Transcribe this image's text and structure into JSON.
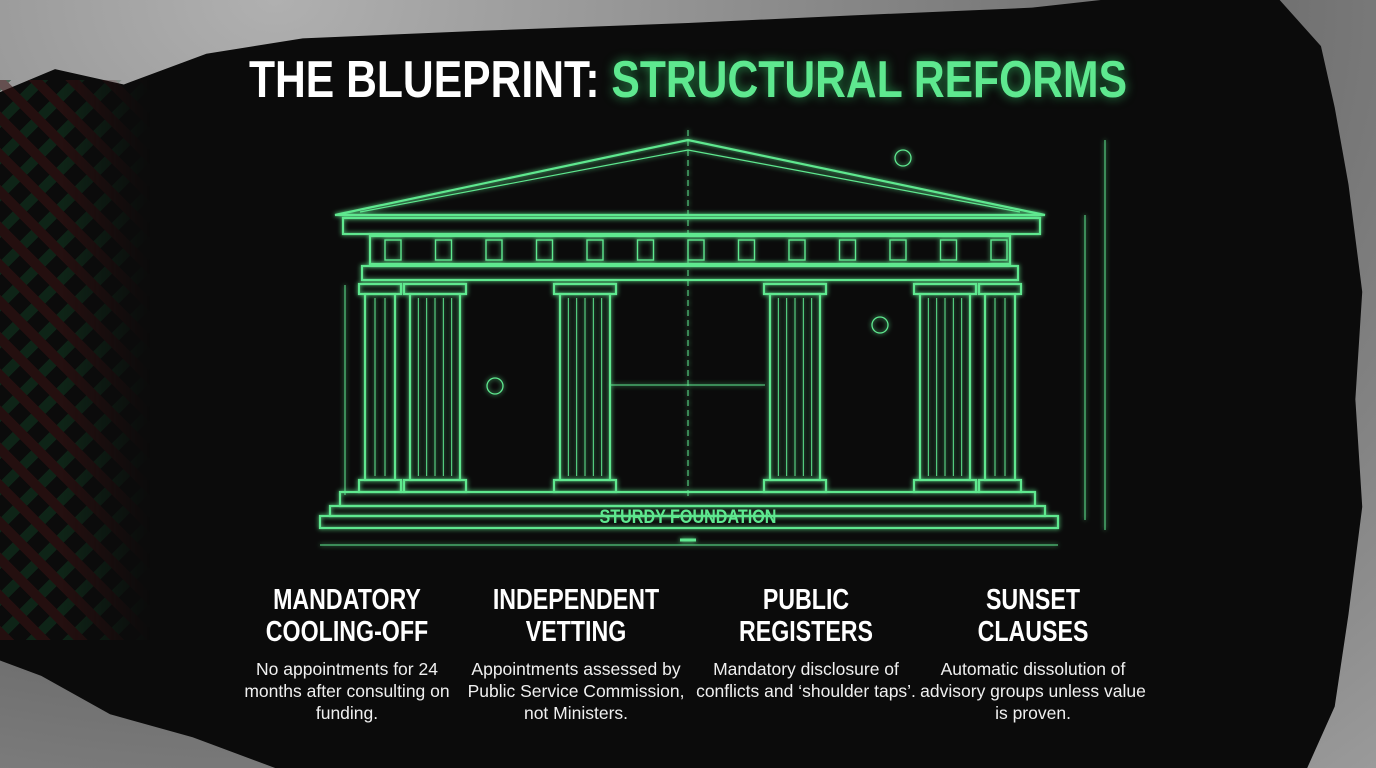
{
  "title": {
    "part1": "THE BLUEPRINT:",
    "part2": "STRUCTURAL REFORMS"
  },
  "diagram": {
    "foundation_label": "STURDY FOUNDATION"
  },
  "colors": {
    "accent": "#5ee88f",
    "background": "#0b0b0b"
  },
  "reforms": [
    {
      "heading1": "MANDATORY",
      "heading2": "COOLING-OFF",
      "text": "No appointments for 24 months after consulting on funding."
    },
    {
      "heading1": "INDEPENDENT",
      "heading2": "VETTING",
      "text": "Appointments assessed by Public Service Commission, not Ministers."
    },
    {
      "heading1": "PUBLIC",
      "heading2": "REGISTERS",
      "text": "Mandatory disclosure of conflicts and ‘shoulder taps’."
    },
    {
      "heading1": "SUNSET",
      "heading2": "CLAUSES",
      "text": "Automatic dissolution of advisory groups unless value is proven."
    }
  ]
}
